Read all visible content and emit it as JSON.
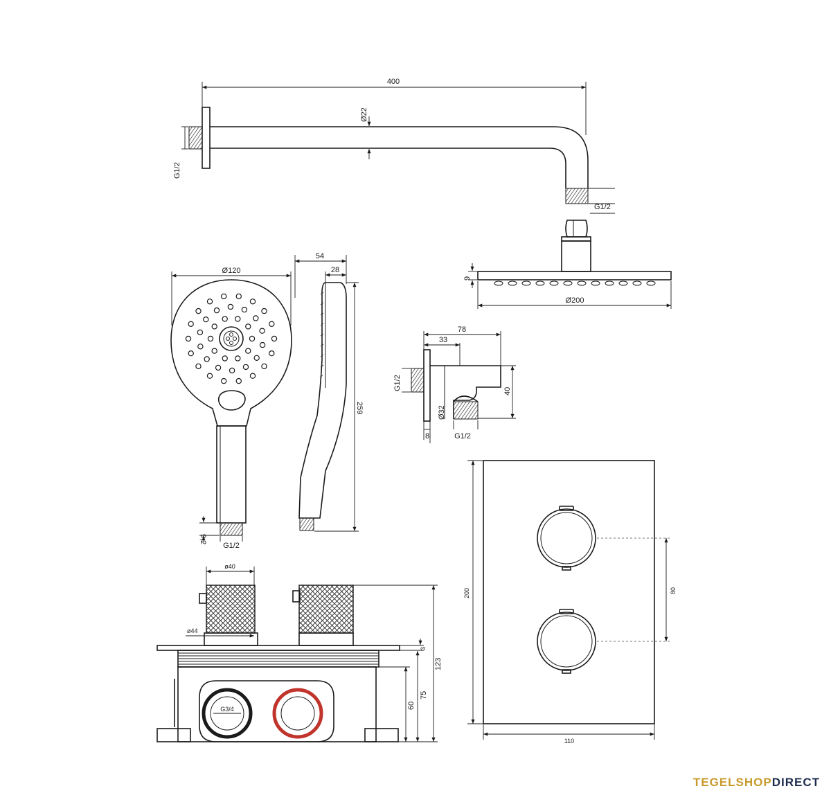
{
  "brand": {
    "part1": "TEGELSHOP",
    "part2": "DIRECT",
    "color1": "#c89a2c",
    "color2": "#1e2b4e"
  },
  "accent_colors": {
    "hot_valve": "#c0342b",
    "line": "#1a1a1a"
  },
  "labels": {
    "arm_length": "400",
    "arm_diameter": "Ø22",
    "arm_thread_wall": "G1/2",
    "arm_thread_head": "G1/2",
    "handshower_diameter": "Ø120",
    "handshower_depth_total": "54",
    "handshower_depth_head": "28",
    "handshower_length": "259",
    "handshower_thread_depth": "9,2",
    "handshower_thread": "G1/2",
    "head_thickness": "9",
    "head_diameter": "Ø200",
    "elbow_depth": "78",
    "elbow_offset": "33",
    "elbow_thread_wall": "G1/2",
    "elbow_height": "40",
    "elbow_diameter": "Ø32",
    "elbow_flange": "8",
    "elbow_thread_hose": "G1/2",
    "knob_diameter": "ø40",
    "rosette_diameter": "ø44",
    "inlet_thread": "G3/4",
    "plate_thickness": "3",
    "body_depth_a": "60",
    "body_depth_b": "75",
    "total_depth": "123",
    "plate_height": "200",
    "plate_width": "110",
    "knob_spacing": "80"
  }
}
